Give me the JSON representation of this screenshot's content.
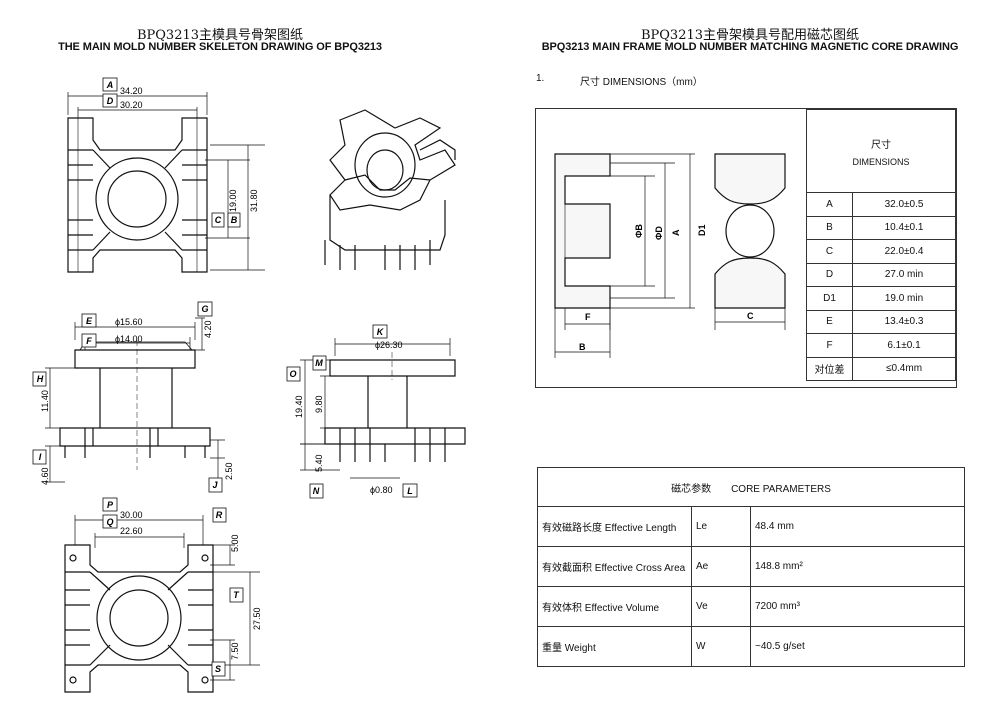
{
  "left": {
    "title_cn": "BPQ3213主模具号骨架图纸",
    "title_en": "THE MAIN MOLD NUMBER SKELETON DRAWING OF BPQ3213"
  },
  "right": {
    "title_cn": "BPQ3213主骨架模具号配用磁芯图纸",
    "title_en": "BPQ3213 MAIN FRAME MOLD NUMBER MATCHING MAGNETIC CORE DRAWING",
    "section_number": "1.",
    "section_label": "尺寸 DIMENSIONS（mm）"
  },
  "top_view": {
    "A": "A",
    "A_val": "34.20",
    "D": "D",
    "D_val": "30.20",
    "C": "C",
    "C_val": "19.00",
    "B": "B",
    "B_val": "31.80"
  },
  "side_view": {
    "E": "E",
    "E_val": "ϕ15.60",
    "F": "F",
    "F_val": "ϕ14.00",
    "G": "G",
    "G_val": "4.20",
    "H": "H",
    "H_val": "11.40",
    "I": "I",
    "I_val": "4.60",
    "J": "J",
    "J_val": "2.50"
  },
  "front_view": {
    "K": "K",
    "K_val": "ϕ26.30",
    "O": "O",
    "O_val": "19.40",
    "M": "M",
    "M_val": "9.80",
    "N": "N",
    "N_val": "5.40",
    "L": "L",
    "L_val": "ϕ0.80"
  },
  "bottom_view": {
    "P": "P",
    "P_val": "30.00",
    "Q": "Q",
    "Q_val": "22.60",
    "R": "R",
    "R_val": "5.00",
    "T": "T",
    "T_val": "27.50",
    "S": "S",
    "S_val": "7.50"
  },
  "core_drawing": {
    "phiB": "ΦB",
    "phiD": "ΦD",
    "A": "A",
    "D1": "D1",
    "F": "F",
    "B": "B",
    "C": "C"
  },
  "dimensions_table": {
    "header_cn": "尺寸",
    "header_en": "DIMENSIONS",
    "rows": [
      {
        "name": "A",
        "value": "32.0±0.5"
      },
      {
        "name": "B",
        "value": "10.4±0.1"
      },
      {
        "name": "C",
        "value": "22.0±0.4"
      },
      {
        "name": "D",
        "value": "27.0 min"
      },
      {
        "name": "D1",
        "value": "19.0 min"
      },
      {
        "name": "E",
        "value": "13.4±0.3"
      },
      {
        "name": "F",
        "value": "6.1±0.1"
      },
      {
        "name": "对位差",
        "value": "≤0.4mm"
      }
    ]
  },
  "core_parameters": {
    "header": "磁芯参数　　CORE PARAMETERS",
    "rows": [
      {
        "label": "有效磁路长度  Effective Length",
        "symbol": "Le",
        "value": "48.4 mm"
      },
      {
        "label": "有效截面积  Effective Cross Area",
        "symbol": "Ae",
        "value": "148.8 mm²"
      },
      {
        "label": "有效体积  Effective Volume",
        "symbol": "Ve",
        "value": "7200 mm³"
      },
      {
        "label": "重量  Weight",
        "symbol": "W",
        "value": "~40.5 g/set"
      }
    ]
  }
}
